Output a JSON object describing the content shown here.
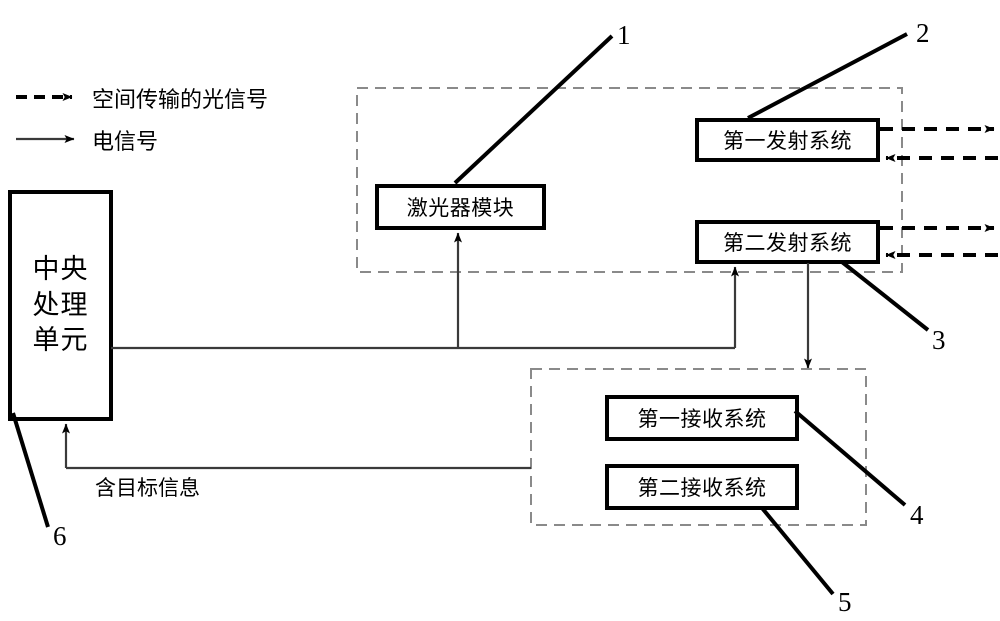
{
  "figure": {
    "type": "block-diagram",
    "description": "Laser radar / optical transmission-reception system block diagram"
  },
  "legend": {
    "items": [
      {
        "id": "optical",
        "label": "空间传输的光信号",
        "line_style": "dashed",
        "arrow": true,
        "color": "#000000"
      },
      {
        "id": "electrical",
        "label": "电信号",
        "line_style": "solid",
        "arrow": true,
        "color": "#4a4a4a"
      }
    ]
  },
  "nodes": {
    "cpu": {
      "label": "中央处理单元",
      "lines": [
        "中央",
        "处理",
        "单元"
      ]
    },
    "laser_module": {
      "label": "激光器模块"
    },
    "tx1": {
      "label": "第一发射系统"
    },
    "tx2": {
      "label": "第二发射系统"
    },
    "rx1": {
      "label": "第一接收系统"
    },
    "rx2": {
      "label": "第二接收系统"
    }
  },
  "containers": {
    "transmit_group": {
      "label": "",
      "style": "dashed"
    },
    "receive_group": {
      "label": "",
      "style": "dashed"
    }
  },
  "edge_labels": {
    "target_info": "含目标信息"
  },
  "callouts": [
    {
      "number": "1",
      "target": "laser_module"
    },
    {
      "number": "2",
      "target": "tx1"
    },
    {
      "number": "3",
      "target": "tx2"
    },
    {
      "number": "4",
      "target": "rx1"
    },
    {
      "number": "5",
      "target": "rx2"
    },
    {
      "number": "6",
      "target": "cpu"
    }
  ],
  "colors": {
    "stroke": "#000000",
    "signal_line": "#4a4a4a",
    "container_dash": "#8a8a8a",
    "background": "#ffffff"
  }
}
